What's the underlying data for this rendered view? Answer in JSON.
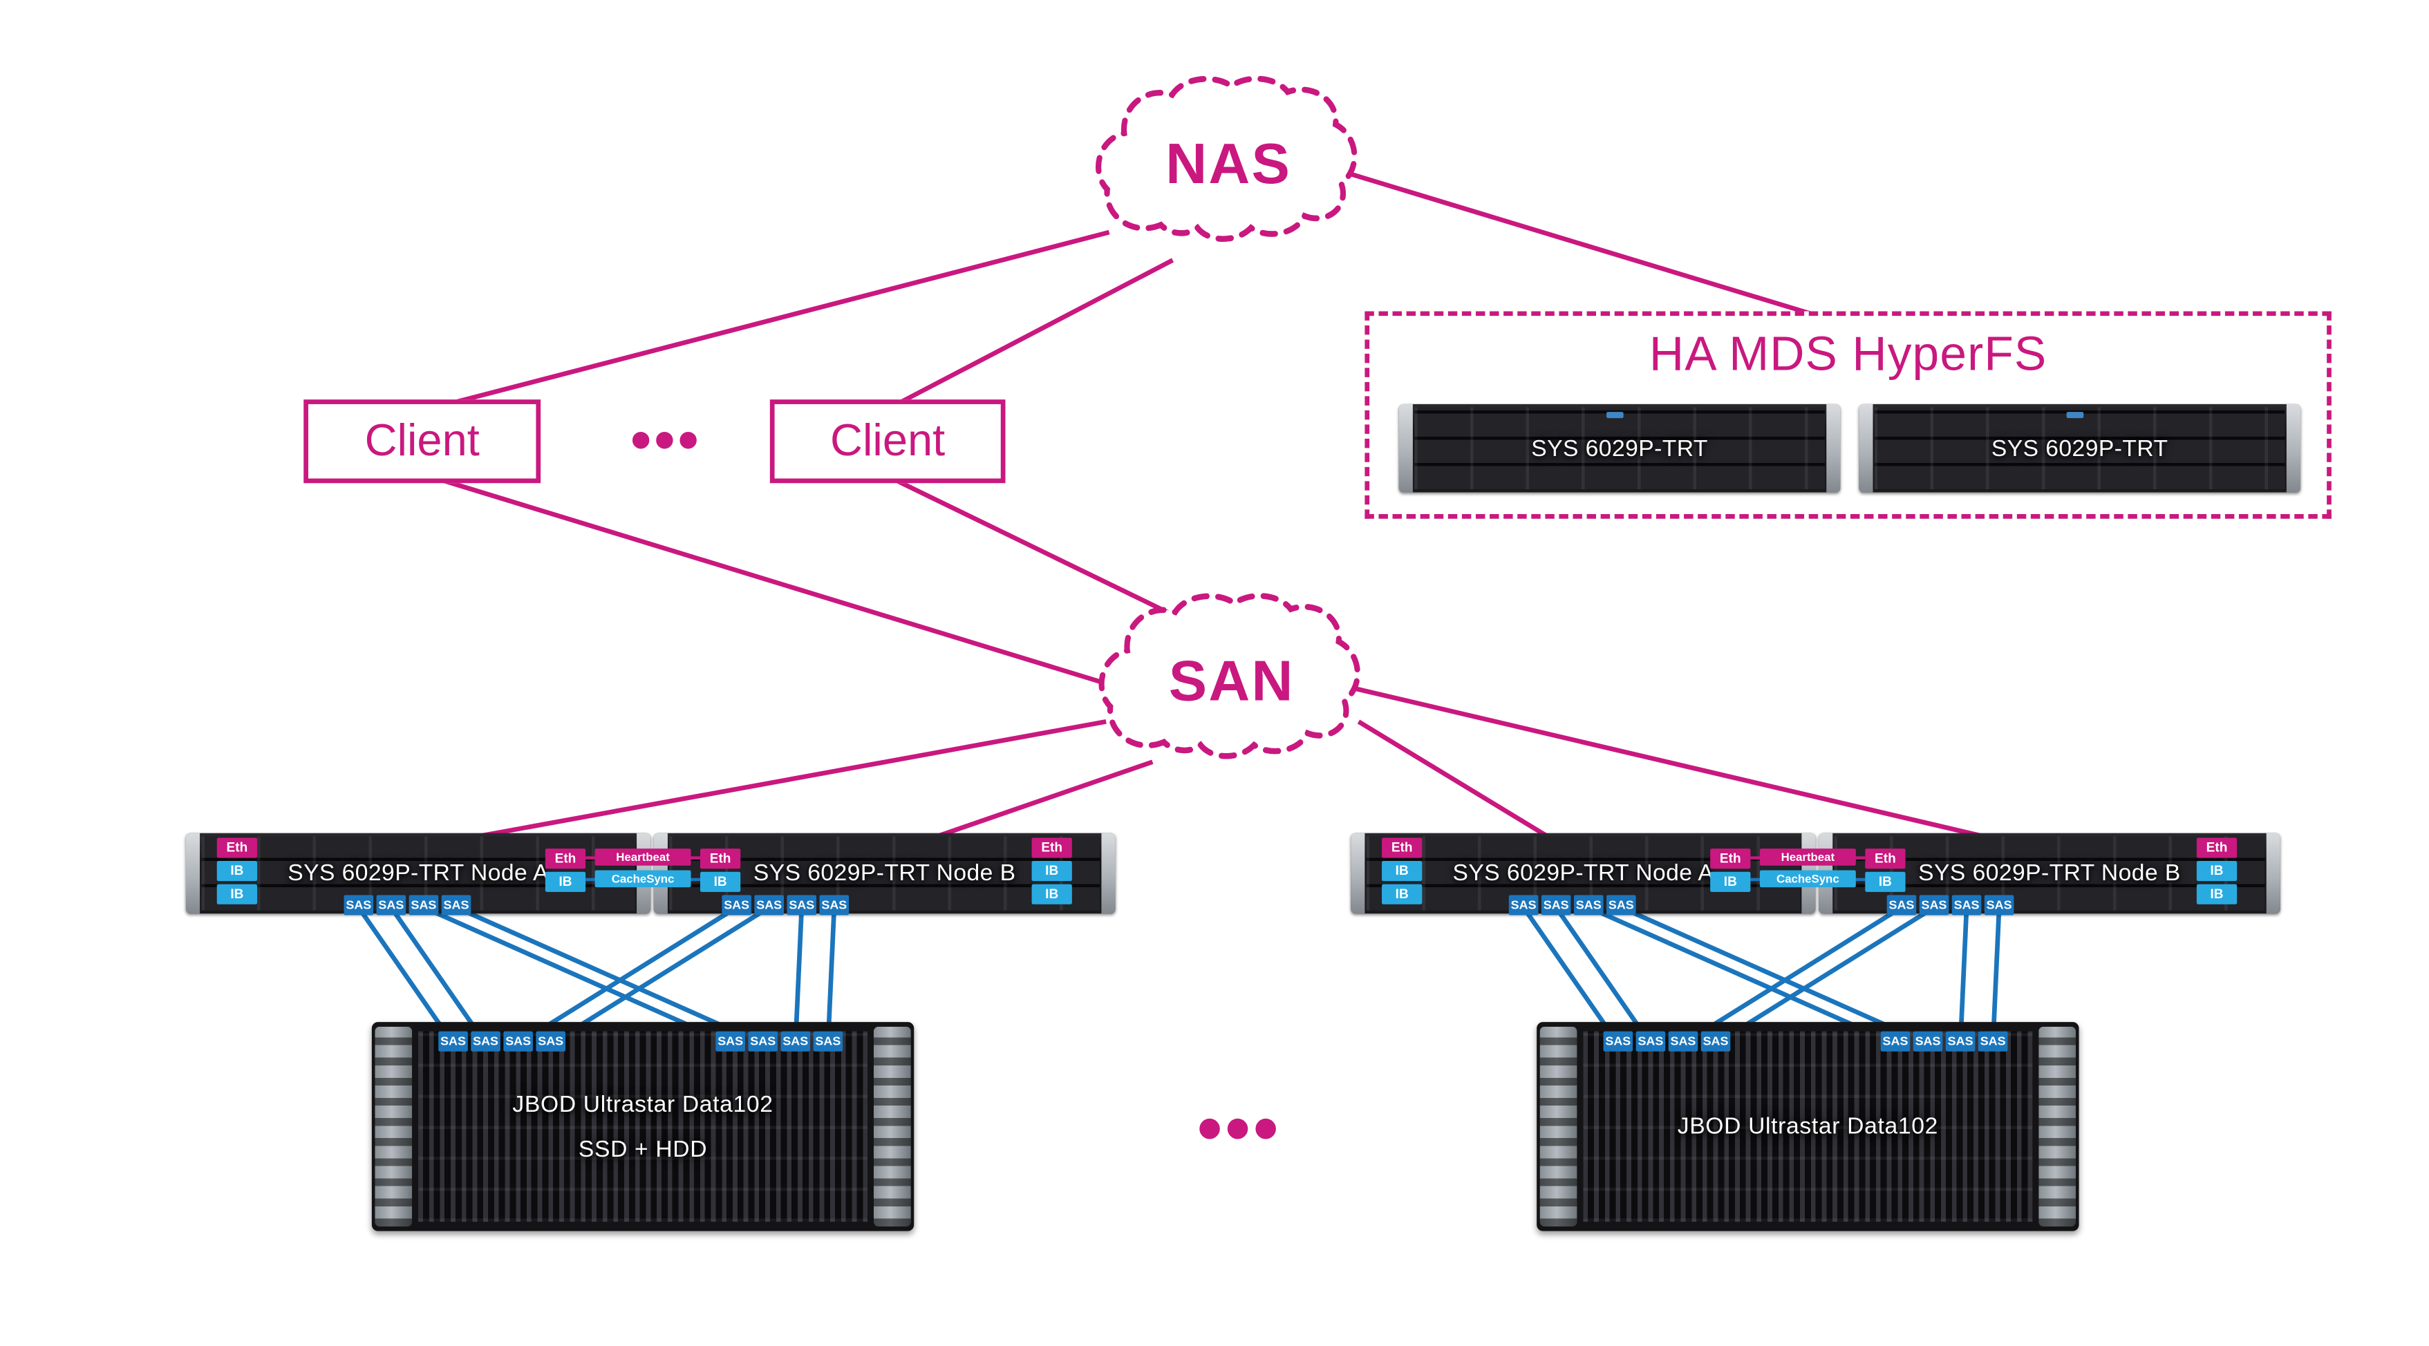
{
  "labels": {
    "nas": "NAS",
    "san": "SAN",
    "client": "Client",
    "clients_ellipsis": "•••",
    "eth": "Eth",
    "ib": "IB",
    "sas": "SAS",
    "heartbeat": "Heartbeat",
    "cachesync": "CacheSync"
  },
  "ha_mds": {
    "title": "HA MDS HyperFS",
    "server_label": "SYS 6029P-TRT"
  },
  "nodes": {
    "node_a_label": "SYS 6029P-TRT Node A",
    "node_b_label": "SYS 6029P-TRT Node B"
  },
  "storage": {
    "jbod_left_label": "JBOD Ultrastar Data102",
    "jbod_left_sublabel": "SSD + HDD",
    "jbod_right_label": "JBOD Ultrastar Data102",
    "jbod_right_sublabel": "",
    "storage_ellipsis": "•••"
  },
  "colors": {
    "magenta": "#C9187F",
    "blue": "#1B75BC",
    "light_blue": "#29ABE2"
  }
}
